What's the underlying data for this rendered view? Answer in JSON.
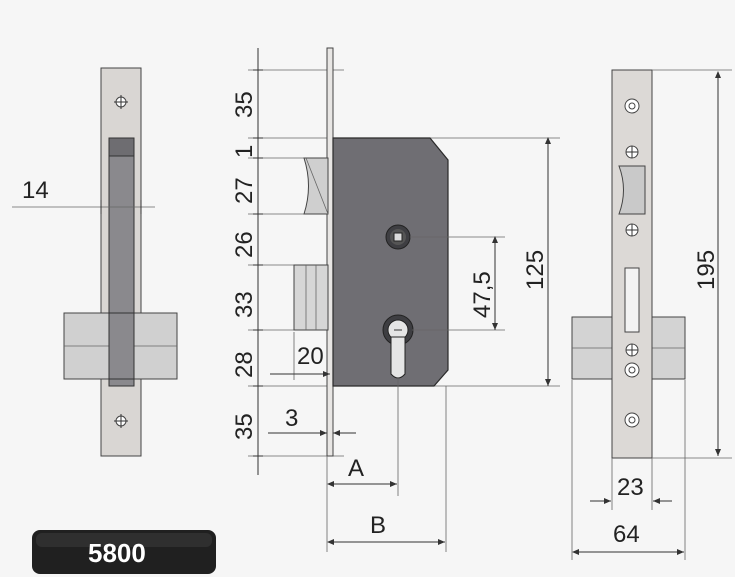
{
  "model_label": "5800",
  "left_view": {
    "dim_label": "14"
  },
  "side_view": {
    "vertical_dims": [
      "35",
      "27",
      "1",
      "26",
      "33",
      "28",
      "35"
    ],
    "dim_20": "20",
    "dim_3": "3",
    "dim_A": "A",
    "dim_B": "B",
    "dim_47_5": "47,5",
    "dim_125": "125"
  },
  "right_view": {
    "dim_195": "195",
    "dim_23": "23",
    "dim_64": "64"
  },
  "colors": {
    "case": "#6f6e73",
    "faceplate": "#d9d6d3",
    "bolt": "#cfcfcf",
    "badge": "#202020"
  }
}
